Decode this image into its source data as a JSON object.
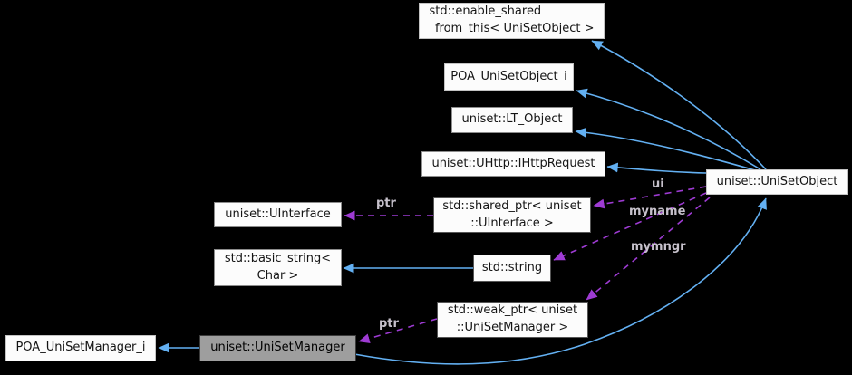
{
  "nodes": {
    "enable_shared_from_this": {
      "label": "std::enable_shared\n_from_this< UniSetObject >"
    },
    "poa_unisetobject_i": {
      "label": "POA_UniSetObject_i"
    },
    "lt_object": {
      "label": "uniset::LT_Object"
    },
    "ihttprequest": {
      "label": "uniset::UHttp::IHttpRequest"
    },
    "unisetobject": {
      "label": "uniset::UniSetObject"
    },
    "uinterface": {
      "label": "uniset::UInterface"
    },
    "shared_ptr": {
      "label": "std::shared_ptr< uniset\n::UInterface >"
    },
    "basic_string": {
      "label": "std::basic_string<\nChar >"
    },
    "string": {
      "label": "std::string"
    },
    "weak_ptr": {
      "label": "std::weak_ptr< uniset\n::UniSetManager >"
    },
    "poa_unisetmanager_i": {
      "label": "POA_UniSetManager_i"
    },
    "unisetmanager": {
      "label": "uniset::UniSetManager"
    }
  },
  "edge_labels": {
    "ptr_shared": "ptr",
    "ui": "ui",
    "myname": "myname",
    "mymngr": "mymngr",
    "ptr_weak": "ptr"
  },
  "colors": {
    "background": "#000000",
    "node_fill": "#fcfcfc",
    "node_text": "#141414",
    "highlight_node_fill": "#9e9e9e",
    "inheritance_edge": "#63b0f2",
    "usage_edge": "#9e3bd3",
    "edge_label_text": "#c6c1cb"
  }
}
